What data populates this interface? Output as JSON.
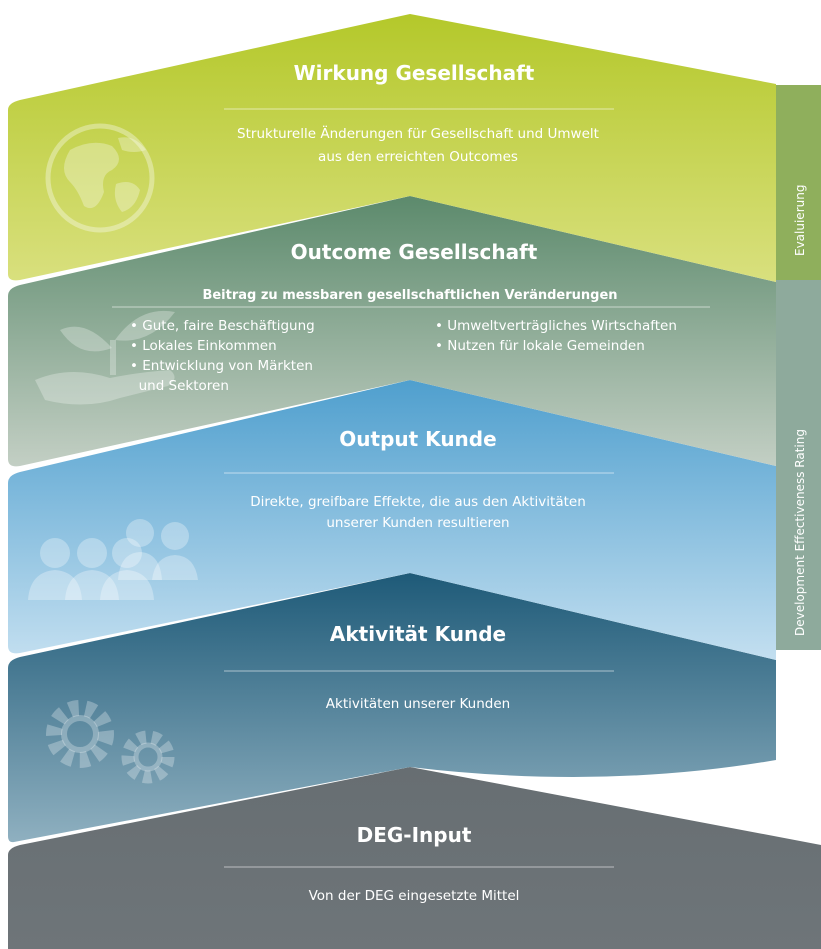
{
  "levels": [
    {
      "title": "Wirkung Gesellschaft",
      "description": [
        "Strukturelle Änderungen für Gesellschaft und Umwelt",
        "aus den erreichten Outcomes"
      ],
      "icon": "globe-icon",
      "color_top": "#b4c82a",
      "color_bottom": "#d9e07e"
    },
    {
      "title": "Outcome Gesellschaft",
      "subtitle": "Beitrag zu messbaren gesellschaftlichen Veränderungen",
      "bullets_left": [
        "• Gute, faire Beschäftigung",
        "• Lokales Einkommen",
        "• Entwicklung von Märkten",
        "  und Sektoren"
      ],
      "bullets_right": [
        "• Umweltverträgliches Wirtschaften",
        "• Nutzen für lokale Gemeinden"
      ],
      "icon": "plant-in-hand-icon",
      "color_top": "#5c8a6c",
      "color_bottom": "#c3cfc4"
    },
    {
      "title": "Output Kunde",
      "description": [
        "Direkte, greifbare Effekte, die aus den Aktivitäten",
        "unserer Kunden resultieren"
      ],
      "icon": "people-group-icon",
      "color_top": "#4f9fce",
      "color_bottom": "#c3dff0"
    },
    {
      "title": "Aktivität Kunde",
      "description": [
        "Aktivitäten unserer Kunden"
      ],
      "icon": "gears-icon",
      "color_top": "#1e5a78",
      "color_bottom": "#8fb0c0"
    },
    {
      "title": "DEG-Input",
      "description": [
        "Von der DEG eingesetzte Mittel"
      ],
      "icon": "",
      "color_top": "#676e72",
      "color_bottom": "#6e7579"
    }
  ],
  "side_labels": {
    "evaluation": "Evaluierung",
    "rating": "Development Effectiveness Rating"
  },
  "colors": {
    "side_bar_evaluation": "#8faf5c",
    "side_bar_rating": "#8eaa9c",
    "divider": "#ffffff"
  }
}
